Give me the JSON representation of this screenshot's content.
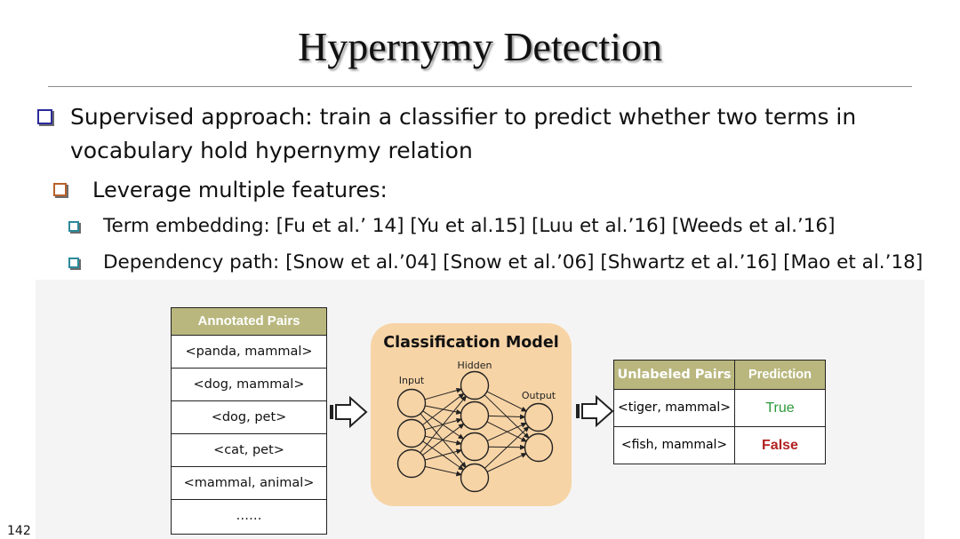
{
  "title": "Hypernymy Detection",
  "bullets": {
    "main": "Supervised approach: train a classifier to predict whether two terms in vocabulary hold hypernymy relation",
    "sub": "Leverage multiple features:",
    "subsub": [
      "Term embedding: [Fu et al.’ 14] [Yu et al.15] [Luu et al.’16] [Weeds et al.’16]",
      "Dependency path: [Snow et al.’04] [Snow et al.’06] [Shwartz et al.’16] [Mao et al.’18]"
    ]
  },
  "annotated": {
    "header": "Annotated Pairs",
    "rows": [
      "<panda, mammal>",
      "<dog, mammal>",
      "<dog, pet>",
      "<cat, pet>",
      "<mammal, animal>",
      "……"
    ]
  },
  "model": {
    "title": "Classification Model",
    "layers": [
      "Input",
      "Hidden",
      "Output"
    ]
  },
  "unlabeled": {
    "headers": [
      "Unlabeled Pairs",
      "Prediction"
    ],
    "rows": [
      {
        "pair": "<tiger, mammal>",
        "prediction": "True"
      },
      {
        "pair": "<fish, mammal>",
        "prediction": "False"
      }
    ]
  },
  "colors": {
    "table_header": "#b9b77e",
    "model_bg": "#f7d4a6",
    "true_color": "#2c9a3a",
    "false_color": "#b22222"
  },
  "page_number": "142"
}
